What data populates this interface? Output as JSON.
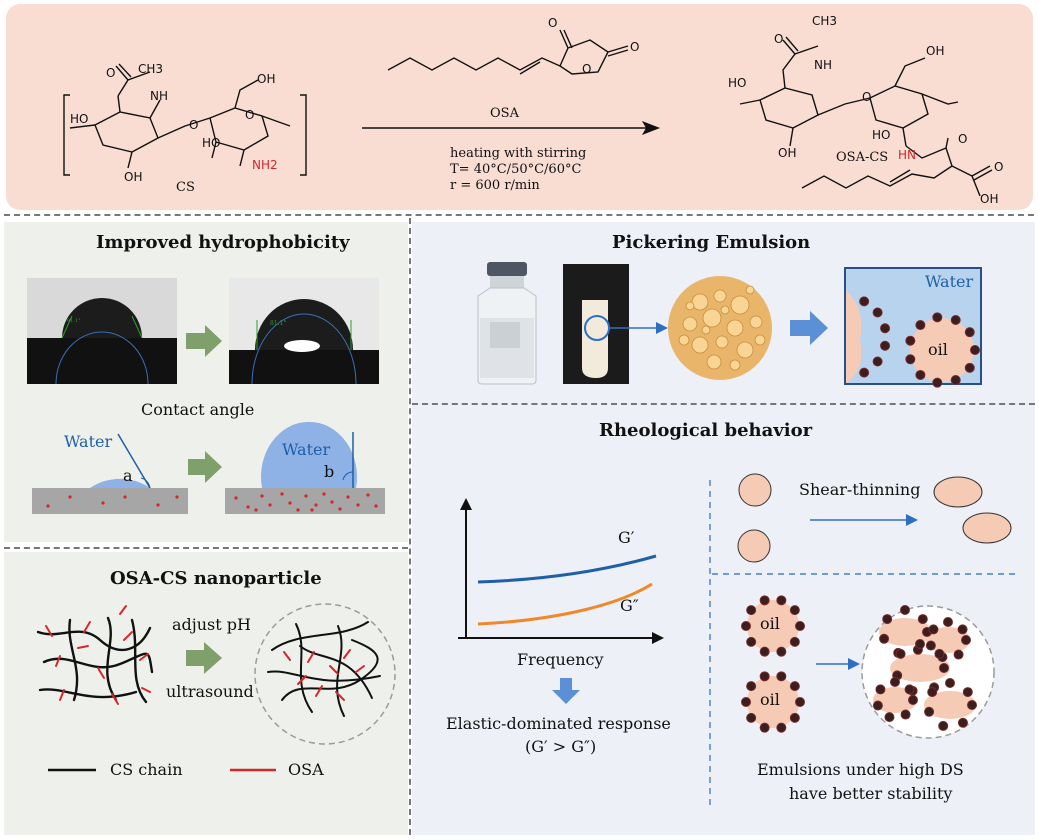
{
  "scheme": {
    "reactant_label": "CS",
    "reagent_label": "OSA",
    "product_label": "OSA-CS",
    "conditions": [
      "heating with stirring",
      "T= 40°C/50°C/60°C",
      "r = 600 r/min"
    ],
    "atoms": {
      "acetyl_ch3": "CH3",
      "nh": "NH",
      "oh": "OH",
      "ho": "HO",
      "nh2": "NH2",
      "hn": "HN",
      "o": "O"
    }
  },
  "hydrophobicity": {
    "title": "Improved hydrophobicity",
    "contact_angle_label": "Contact angle",
    "water_label": "Water",
    "angle_a": "a",
    "angle_b": "b",
    "angle_readings": [
      "81.1°",
      "81.1°"
    ]
  },
  "nanoparticle": {
    "title": "OSA-CS nanoparticle",
    "process_top": "adjust pH",
    "process_bottom": "ultrasound",
    "legend_cs": "CS chain",
    "legend_osa": "OSA"
  },
  "pickering": {
    "title": "Pickering Emulsion",
    "water_label": "Water",
    "oil_label": "oil"
  },
  "rheology": {
    "title": "Rheological behavior",
    "g_prime": "G′",
    "g_double_prime": "G″",
    "x_axis_label": "Frequency",
    "result_line1": "Elastic-dominated response",
    "result_line2": "(G′ > G″)",
    "shear_label": "Shear-thinning",
    "oil_label": "oil",
    "stability_line1": "Emulsions under high DS",
    "stability_line2": "have better stability"
  },
  "colors": {
    "top_bg": "#f9ddd3",
    "left_bg": "#eef1eb",
    "right_bg": "#edf0f6",
    "arrow_green": "#7fa06a",
    "arrow_blue": "#5b8fd6",
    "line_blue": "#1f5fa8",
    "line_orange": "#f0882a",
    "osa_red": "#d6262c",
    "oil_peach": "#f6cbb6"
  }
}
